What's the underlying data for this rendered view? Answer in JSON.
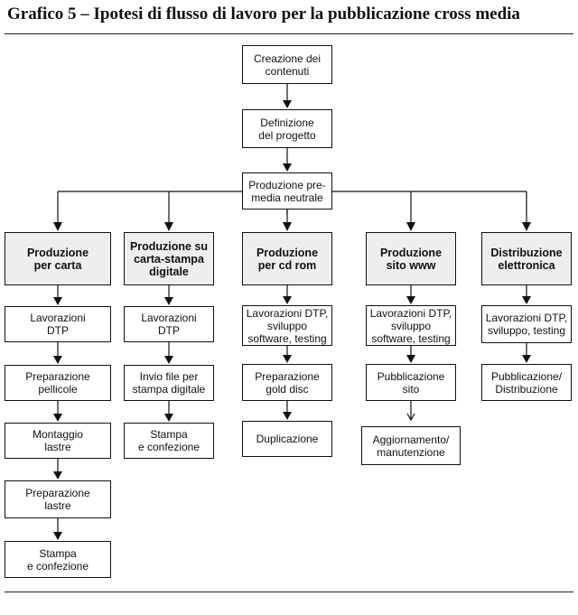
{
  "title": "Grafico 5 – Ipotesi di flusso di lavoro per la pubblicazione cross media",
  "nodes": {
    "creazione": "Creazione dei\ncontenuti",
    "definizione": "Definizione\ndel progetto",
    "premedia": "Produzione pre-\nmedia neutrale",
    "c1_head": "Produzione\nper carta",
    "c1_s1": "Lavorazioni\nDTP",
    "c1_s2": "Preparazione\npellicole",
    "c1_s3": "Montaggio\nlastre",
    "c1_s4": "Preparazione\nlastre",
    "c1_s5": "Stampa\ne confezione",
    "c2_head": "Produzione su\ncarta-stampa\ndigitale",
    "c2_s1": "Lavorazioni\nDTP",
    "c2_s2": "Invio file per\nstampa digitale",
    "c2_s3": "Stampa\ne confezione",
    "c3_head": "Produzione\nper cd rom",
    "c3_s1": "Lavorazioni DTP,\nsviluppo\nsoftware, testing",
    "c3_s2": "Preparazione\ngold disc",
    "c3_s3": "Duplicazione",
    "c4_head": "Produzione\nsito www",
    "c4_s1": "Lavorazioni DTP,\nsviluppo\nsoftware, testing",
    "c4_s2": "Pubblicazione\nsito",
    "c4_s3": "Aggiornamento/\nmanutenzione",
    "c5_head": "Distribuzione\nelettronica",
    "c5_s1": "Lavorazioni DTP,\nsviluppo, testing",
    "c5_s2": "Pubblicazione/\nDistribuzione"
  }
}
